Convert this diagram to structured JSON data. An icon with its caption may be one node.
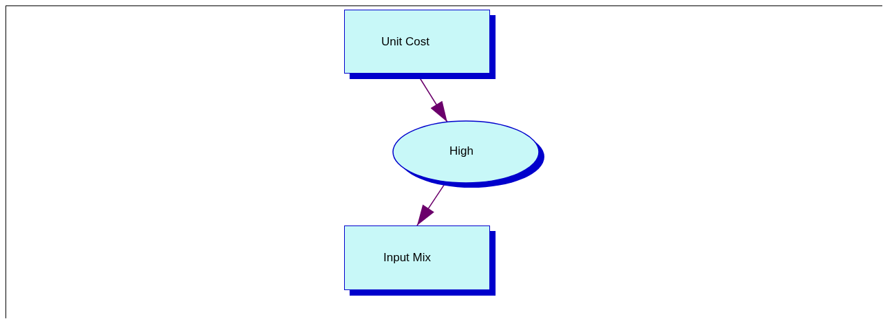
{
  "diagram": {
    "nodes": [
      {
        "text": [
          "Unit Cost"
        ]
      },
      {
        "text": [
          "High"
        ]
      },
      {
        "text": [
          "Input Mix"
        ]
      }
    ],
    "edges": [
      {
        "from": 0,
        "to": 1,
        "arrow": "to"
      },
      {
        "from": 1,
        "to": 2,
        "arrow": "to"
      }
    ]
  }
}
